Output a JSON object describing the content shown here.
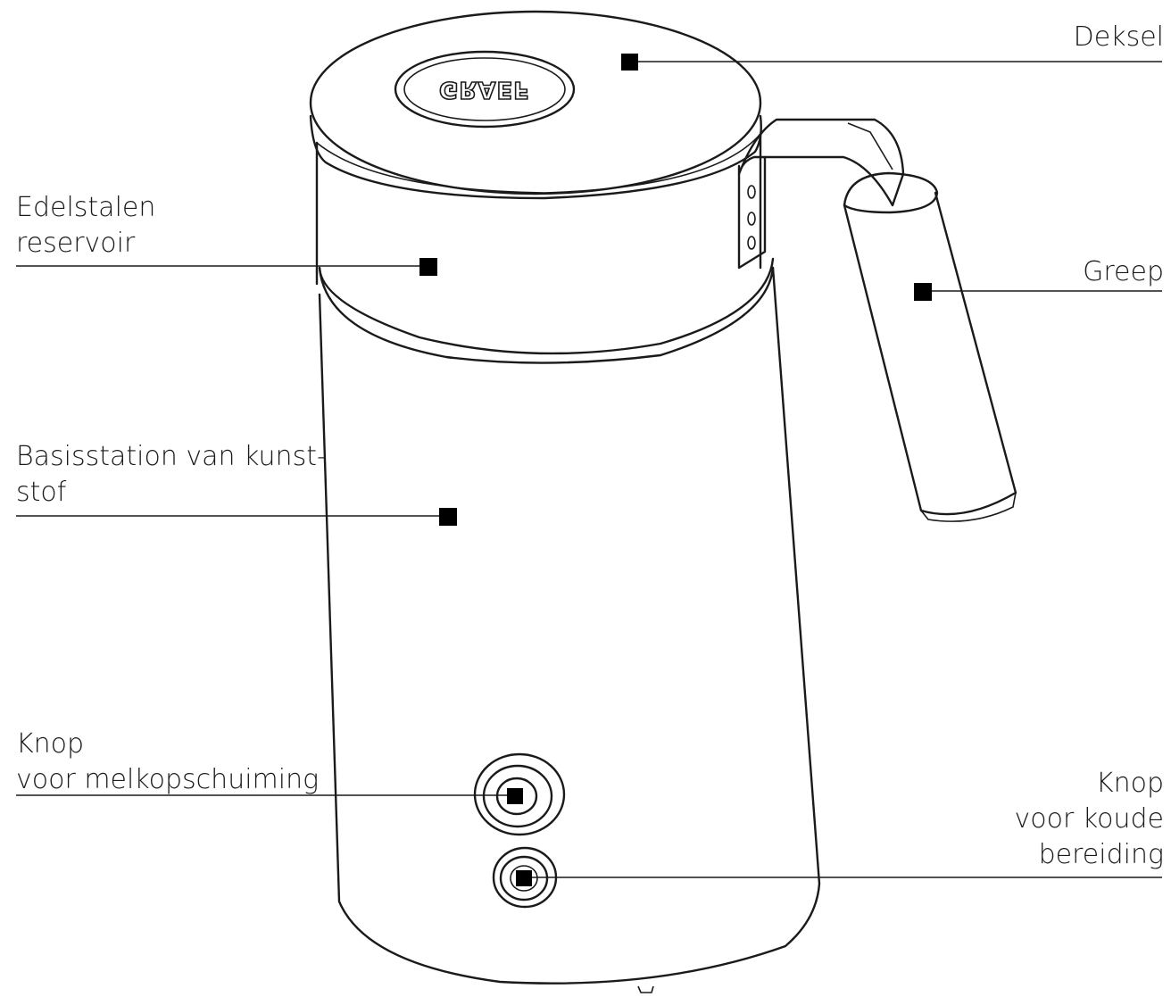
{
  "brand_logo": "GRAEF",
  "labels": {
    "deksel": {
      "lines": [
        "Deksel"
      ]
    },
    "reservoir": {
      "lines": [
        "Edelstalen",
        "reservoir"
      ]
    },
    "greep": {
      "lines": [
        "Greep"
      ]
    },
    "basis": {
      "lines": [
        "Basisstation van kunst-",
        "stof"
      ]
    },
    "knop_melk": {
      "lines": [
        "Knop",
        "voor melkopschuiming"
      ]
    },
    "knop_koud": {
      "lines": [
        "Knop",
        "voor koude",
        "bereiding"
      ]
    }
  },
  "colors": {
    "line": "#1a1a1a",
    "marker": "#000000",
    "background": "#ffffff"
  }
}
